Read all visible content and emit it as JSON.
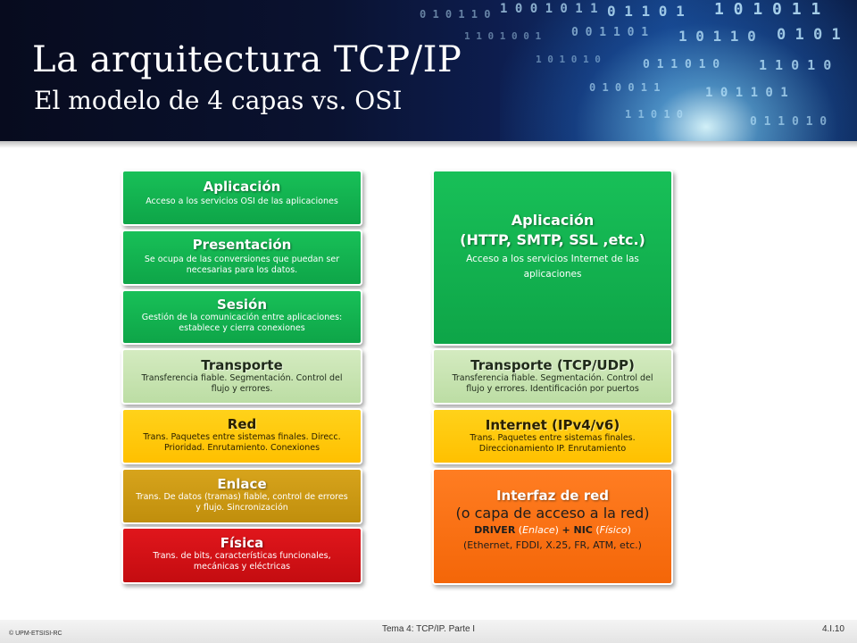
{
  "header": {
    "title": "La arquitectura TCP/IP",
    "subtitle": "El modelo de 4 capas vs. OSI"
  },
  "osi": [
    {
      "name": "Aplicación",
      "desc": "Acceso a los servicios OSI de las aplicaciones",
      "color": "#12b04e"
    },
    {
      "name": "Presentación",
      "desc": "Se ocupa de las conversiones que puedan ser necesarias para los datos.",
      "color": "#12b04e"
    },
    {
      "name": "Sesión",
      "desc": "Gestión de la comunicación entre aplicaciones: establece y cierra conexiones",
      "color": "#12b04e"
    },
    {
      "name": "Transporte",
      "desc": "Transferencia fiable. Segmentación. Control del flujo y errores.",
      "color": "#c6e3b0"
    },
    {
      "name": "Red",
      "desc": "Trans. Paquetes entre sistemas finales. Direcc. Prioridad. Enrutamiento. Conexiones",
      "color": "#ffc80c"
    },
    {
      "name": "Enlace",
      "desc": "Trans. De datos (tramas) fiable, control de errores y flujo. Sincronización",
      "color": "#cc9a14"
    },
    {
      "name": "Física",
      "desc": "Trans. de bits, características funcionales, mecánicas y eléctricas",
      "color": "#d41016"
    }
  ],
  "tcpip": {
    "aplicacion": {
      "name": "Aplicación",
      "protocols": "(HTTP, SMTP, SSL ,etc.)",
      "desc": "Acceso a los servicios Internet de las aplicaciones",
      "color": "#12b04e"
    },
    "transporte": {
      "name": "Transporte (TCP/UDP)",
      "desc": "Transferencia fiable. Segmentación. Control del flujo y errores. Identificación por puertos",
      "color": "#c6e3b0"
    },
    "internet": {
      "name": "Internet (IPv4/v6)",
      "desc": "Trans. Paquetes entre sistemas finales. Direccionamiento IP. Enrutamiento",
      "color": "#ffc80c"
    },
    "interfaz": {
      "name": "Interfaz de red",
      "alt": "(o capa de acceso a la red)",
      "driver": "DRIVER",
      "enlace": "Enlace",
      "nic": "+ NIC",
      "fisico": "Físico",
      "examples": "(Ethernet, FDDI, X.25, FR, ATM, etc.)",
      "color": "#f97214"
    }
  },
  "footer": {
    "left": "© UPM-ETSISI-RC",
    "center": "Tema 4: TCP/IP. Parte I",
    "right": "4.I.10"
  }
}
